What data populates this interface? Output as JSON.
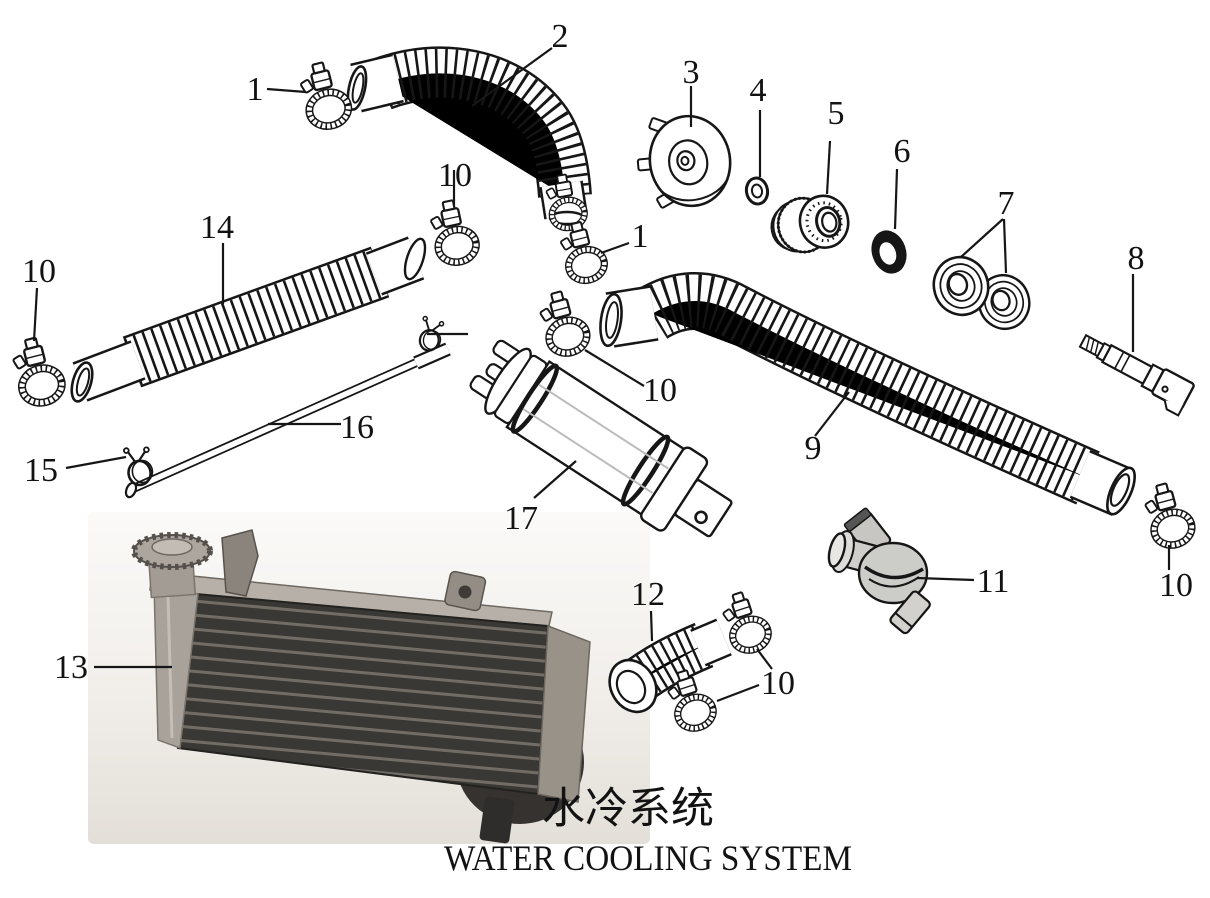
{
  "figure": {
    "title_zh": "水冷系统",
    "title_en": "WATER COOLING SYSTEM",
    "line_color": "#161616",
    "background_color": "#ffffff",
    "callouts": [
      {
        "label": "1",
        "part": "hose-clamp"
      },
      {
        "label": "2",
        "part": "outlet-elbow-hose"
      },
      {
        "label": "10",
        "part": "hose-clamp"
      },
      {
        "label": "14",
        "part": "straight-corrugated-hose"
      },
      {
        "label": "10",
        "part": "hose-clamp"
      },
      {
        "label": "3",
        "part": "water-pump-impeller"
      },
      {
        "label": "4",
        "part": "washer"
      },
      {
        "label": "5",
        "part": "mechanical-seal"
      },
      {
        "label": "6",
        "part": "oil-seal"
      },
      {
        "label": "7",
        "part": "bearings"
      },
      {
        "label": "8",
        "part": "pump-shaft"
      },
      {
        "label": "1",
        "part": "hose-clamp"
      },
      {
        "label": "10",
        "part": "hose-clamp"
      },
      {
        "label": "9",
        "part": "long-corrugated-hose"
      },
      {
        "label": "16",
        "part": "overflow-tube"
      },
      {
        "label": "15",
        "part": "spring-clip"
      },
      {
        "label": "17",
        "part": "reservoir-cylinder"
      },
      {
        "label": "13",
        "part": "radiator"
      },
      {
        "label": "12",
        "part": "elbow-corrugated-hose"
      },
      {
        "label": "10",
        "part": "hose-clamp"
      },
      {
        "label": "11",
        "part": "thermostat"
      },
      {
        "label": "10",
        "part": "hose-clamp"
      }
    ]
  }
}
